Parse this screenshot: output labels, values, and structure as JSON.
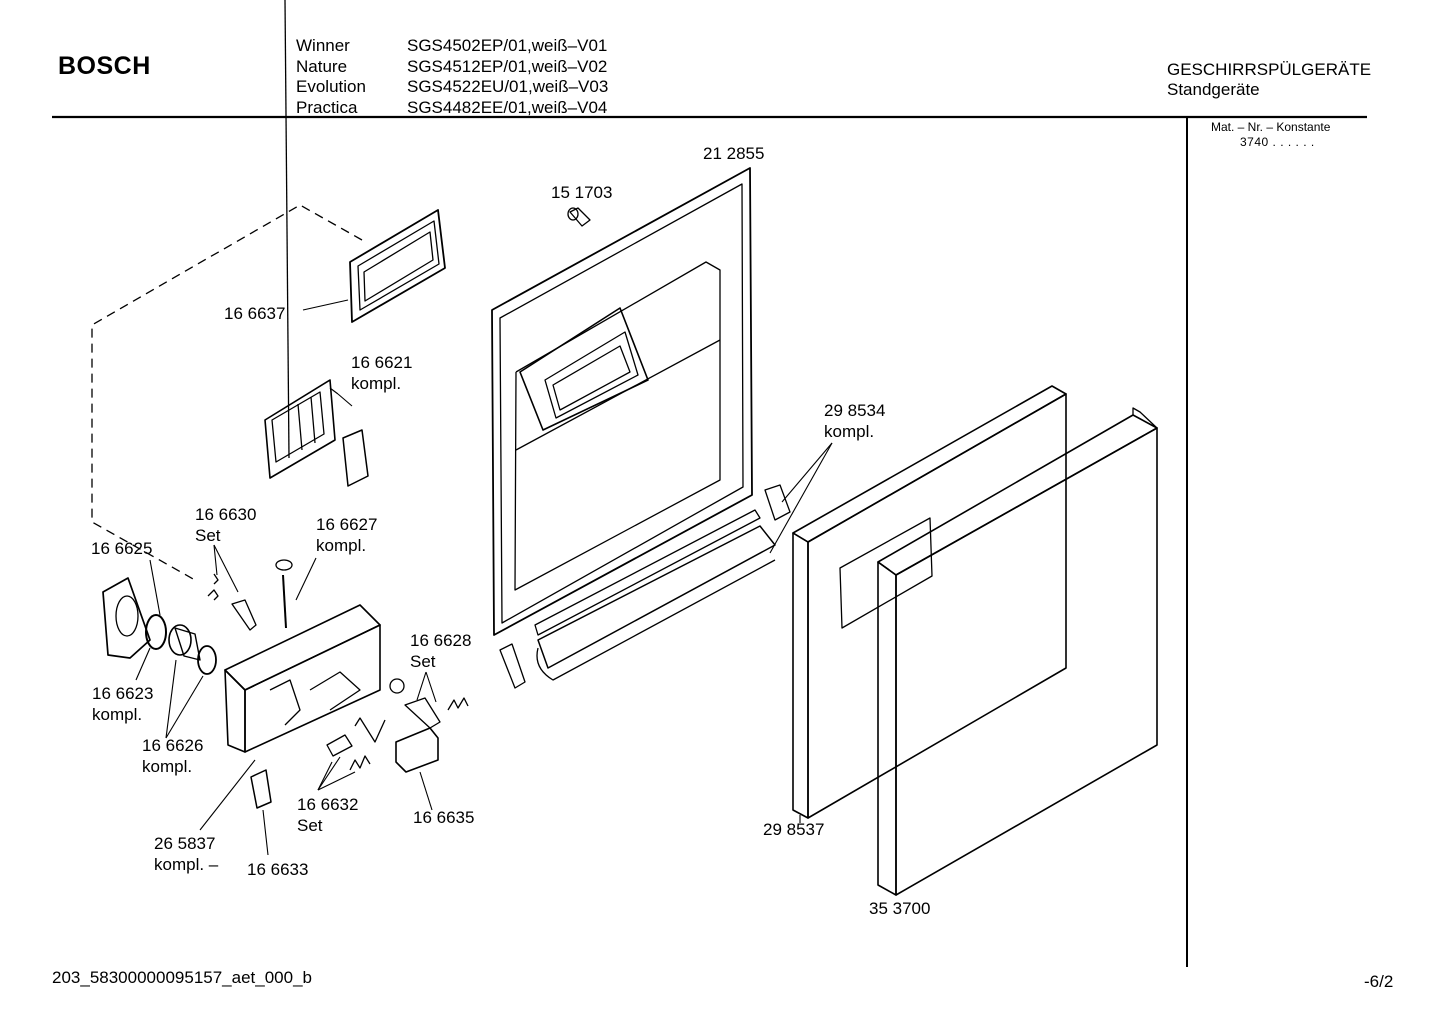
{
  "header": {
    "brand": "BOSCH",
    "models": [
      {
        "name": "Winner",
        "code": "SGS4502EP/01,weiß–V01"
      },
      {
        "name": "Nature",
        "code": "SGS4512EP/01,weiß–V02"
      },
      {
        "name": "Evolution",
        "code": "SGS4522EU/01,weiß–V03"
      },
      {
        "name": "Practica",
        "code": "SGS4482EE/01,weiß–V04"
      }
    ],
    "category": "GESCHIRRSPÜLGERÄTE",
    "subcategory": "Standgeräte"
  },
  "sidebar": {
    "mat_label": "Mat. – Nr. – Konstante",
    "mat_value": "3740 . . . . . ."
  },
  "parts": [
    {
      "id": "p212855",
      "lines": [
        "21 2855"
      ]
    },
    {
      "id": "p151703",
      "lines": [
        "15 1703"
      ]
    },
    {
      "id": "p166637",
      "lines": [
        "16 6637"
      ]
    },
    {
      "id": "p166621",
      "lines": [
        "16 6621",
        "kompl."
      ]
    },
    {
      "id": "p298534",
      "lines": [
        "29 8534",
        "kompl."
      ]
    },
    {
      "id": "p166630",
      "lines": [
        "16 6630",
        "Set"
      ]
    },
    {
      "id": "p166627",
      "lines": [
        "16 6627",
        "kompl."
      ]
    },
    {
      "id": "p166625",
      "lines": [
        "16 6625"
      ]
    },
    {
      "id": "p166628",
      "lines": [
        "16 6628",
        "Set"
      ]
    },
    {
      "id": "p166623",
      "lines": [
        "16 6623",
        "kompl."
      ]
    },
    {
      "id": "p166626",
      "lines": [
        "16 6626",
        "kompl."
      ]
    },
    {
      "id": "p166632",
      "lines": [
        "16 6632",
        "Set"
      ]
    },
    {
      "id": "p166635",
      "lines": [
        "16 6635"
      ]
    },
    {
      "id": "p298537",
      "lines": [
        "29 8537"
      ]
    },
    {
      "id": "p265837",
      "lines": [
        "26 5837",
        "kompl. –"
      ]
    },
    {
      "id": "p166633",
      "lines": [
        "16 6633"
      ]
    },
    {
      "id": "p353700",
      "lines": [
        "35 3700"
      ]
    }
  ],
  "footer": {
    "doc_id": "203_58300000095157_aet_000_b",
    "page": "-6/2"
  }
}
